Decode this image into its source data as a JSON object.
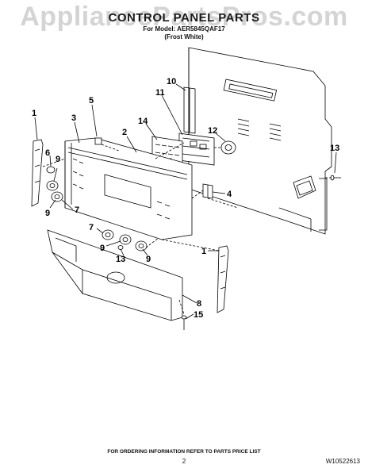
{
  "watermark": "AppliancePartsPros.com",
  "title": "CONTROL PANEL PARTS",
  "model": "For Model: AER5845QAF17",
  "finish": "(Frost White)",
  "callouts": [
    "1",
    "3",
    "5",
    "6",
    "9",
    "9",
    "7",
    "2",
    "14",
    "11",
    "10",
    "12",
    "13",
    "4",
    "7",
    "9",
    "13",
    "9",
    "1",
    "8",
    "15"
  ],
  "footer": "FOR ORDERING INFORMATION REFER TO PARTS PRICE LIST",
  "page_number": "2",
  "doc_number": "W10522613"
}
